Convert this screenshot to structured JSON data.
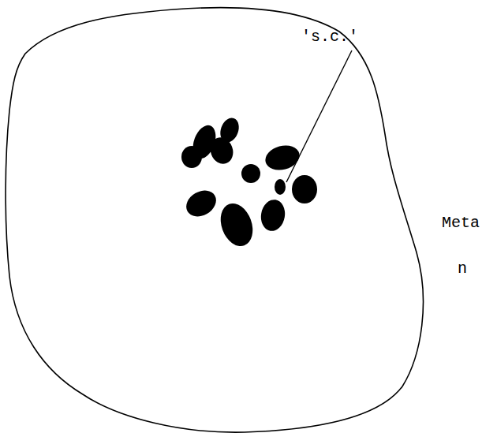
{
  "diagram": {
    "labels": [
      "'s.c.'",
      "Meta",
      "n"
    ]
  }
}
